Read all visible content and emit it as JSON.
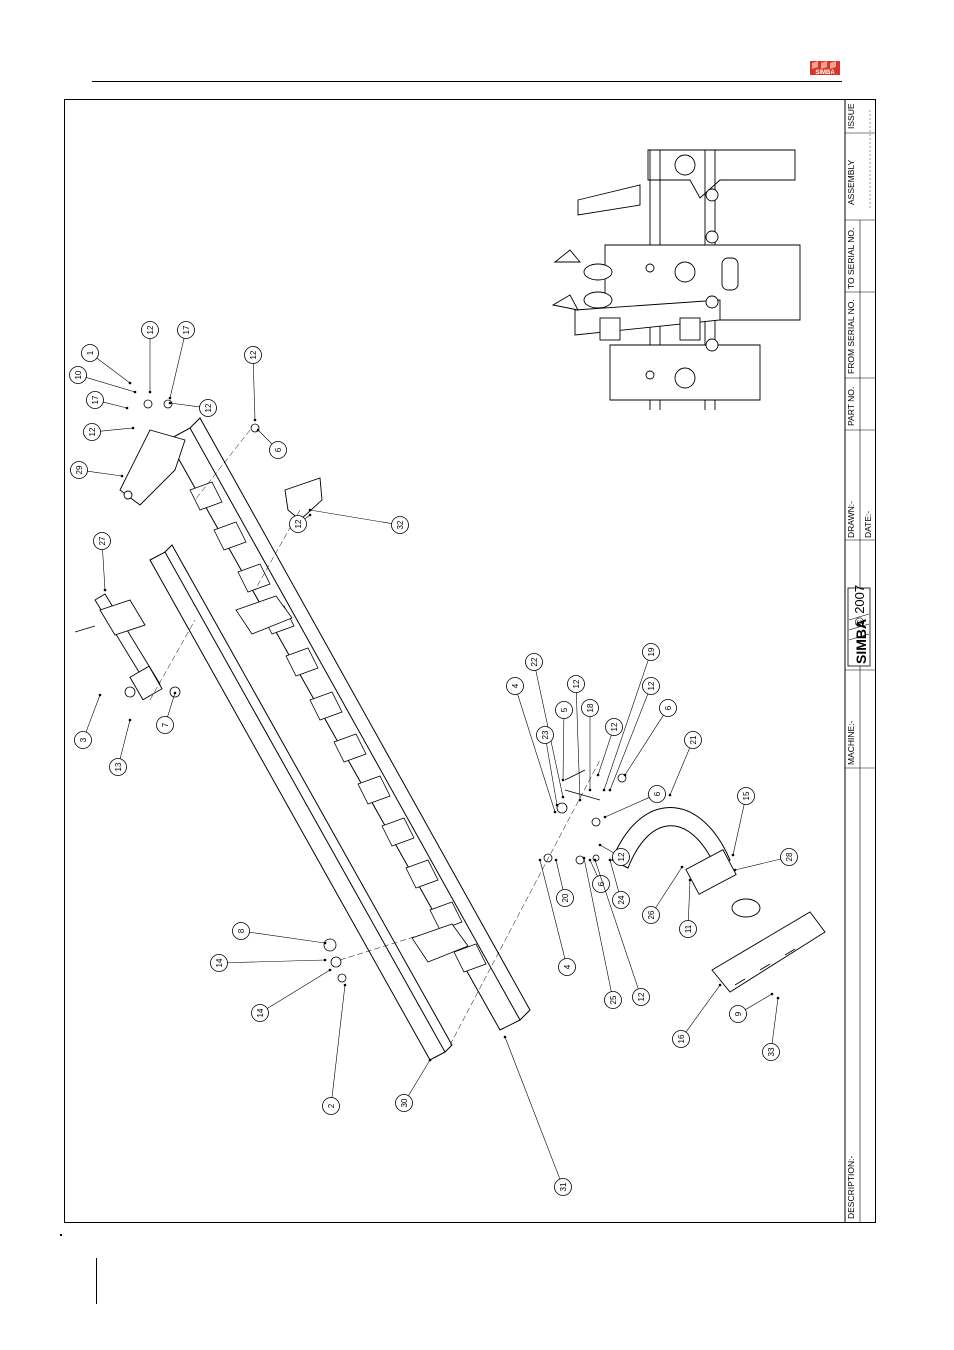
{
  "header": {
    "logo_text": "SIMBA",
    "logo_color": "#d9352a"
  },
  "title_block": {
    "issue_label": "ISSUE",
    "assembly_label": "ASSEMBLY",
    "to_serial_label": "TO SERIAL NO.",
    "from_serial_label": "FROM SERIAL NO.",
    "part_no_label": "PART NO.",
    "drawn_label": "DRAWN:-",
    "date_label": "DATE:-",
    "brand": "SIMBA",
    "copyright": "© 2007",
    "machine_label": "MACHINE:-",
    "description_label": "DESCRIPTION:-"
  },
  "callouts": [
    {
      "label": "1"
    },
    {
      "label": "10"
    },
    {
      "label": "12"
    },
    {
      "label": "17"
    },
    {
      "label": "12"
    },
    {
      "label": "17"
    },
    {
      "label": "12"
    },
    {
      "label": "12"
    },
    {
      "label": "29"
    },
    {
      "label": "12"
    },
    {
      "label": "6"
    },
    {
      "label": "32"
    },
    {
      "label": "27"
    },
    {
      "label": "3"
    },
    {
      "label": "13"
    },
    {
      "label": "7"
    },
    {
      "label": "22"
    },
    {
      "label": "4"
    },
    {
      "label": "12"
    },
    {
      "label": "19"
    },
    {
      "label": "12"
    },
    {
      "label": "23"
    },
    {
      "label": "5"
    },
    {
      "label": "18"
    },
    {
      "label": "12"
    },
    {
      "label": "6"
    },
    {
      "label": "21"
    },
    {
      "label": "6"
    },
    {
      "label": "15"
    },
    {
      "label": "20"
    },
    {
      "label": "12"
    },
    {
      "label": "6"
    },
    {
      "label": "24"
    },
    {
      "label": "28"
    },
    {
      "label": "26"
    },
    {
      "label": "11"
    },
    {
      "label": "4"
    },
    {
      "label": "25"
    },
    {
      "label": "12"
    },
    {
      "label": "16"
    },
    {
      "label": "9"
    },
    {
      "label": "33"
    },
    {
      "label": "8"
    },
    {
      "label": "14"
    },
    {
      "label": "14"
    },
    {
      "label": "2"
    },
    {
      "label": "30"
    },
    {
      "label": "31"
    }
  ]
}
